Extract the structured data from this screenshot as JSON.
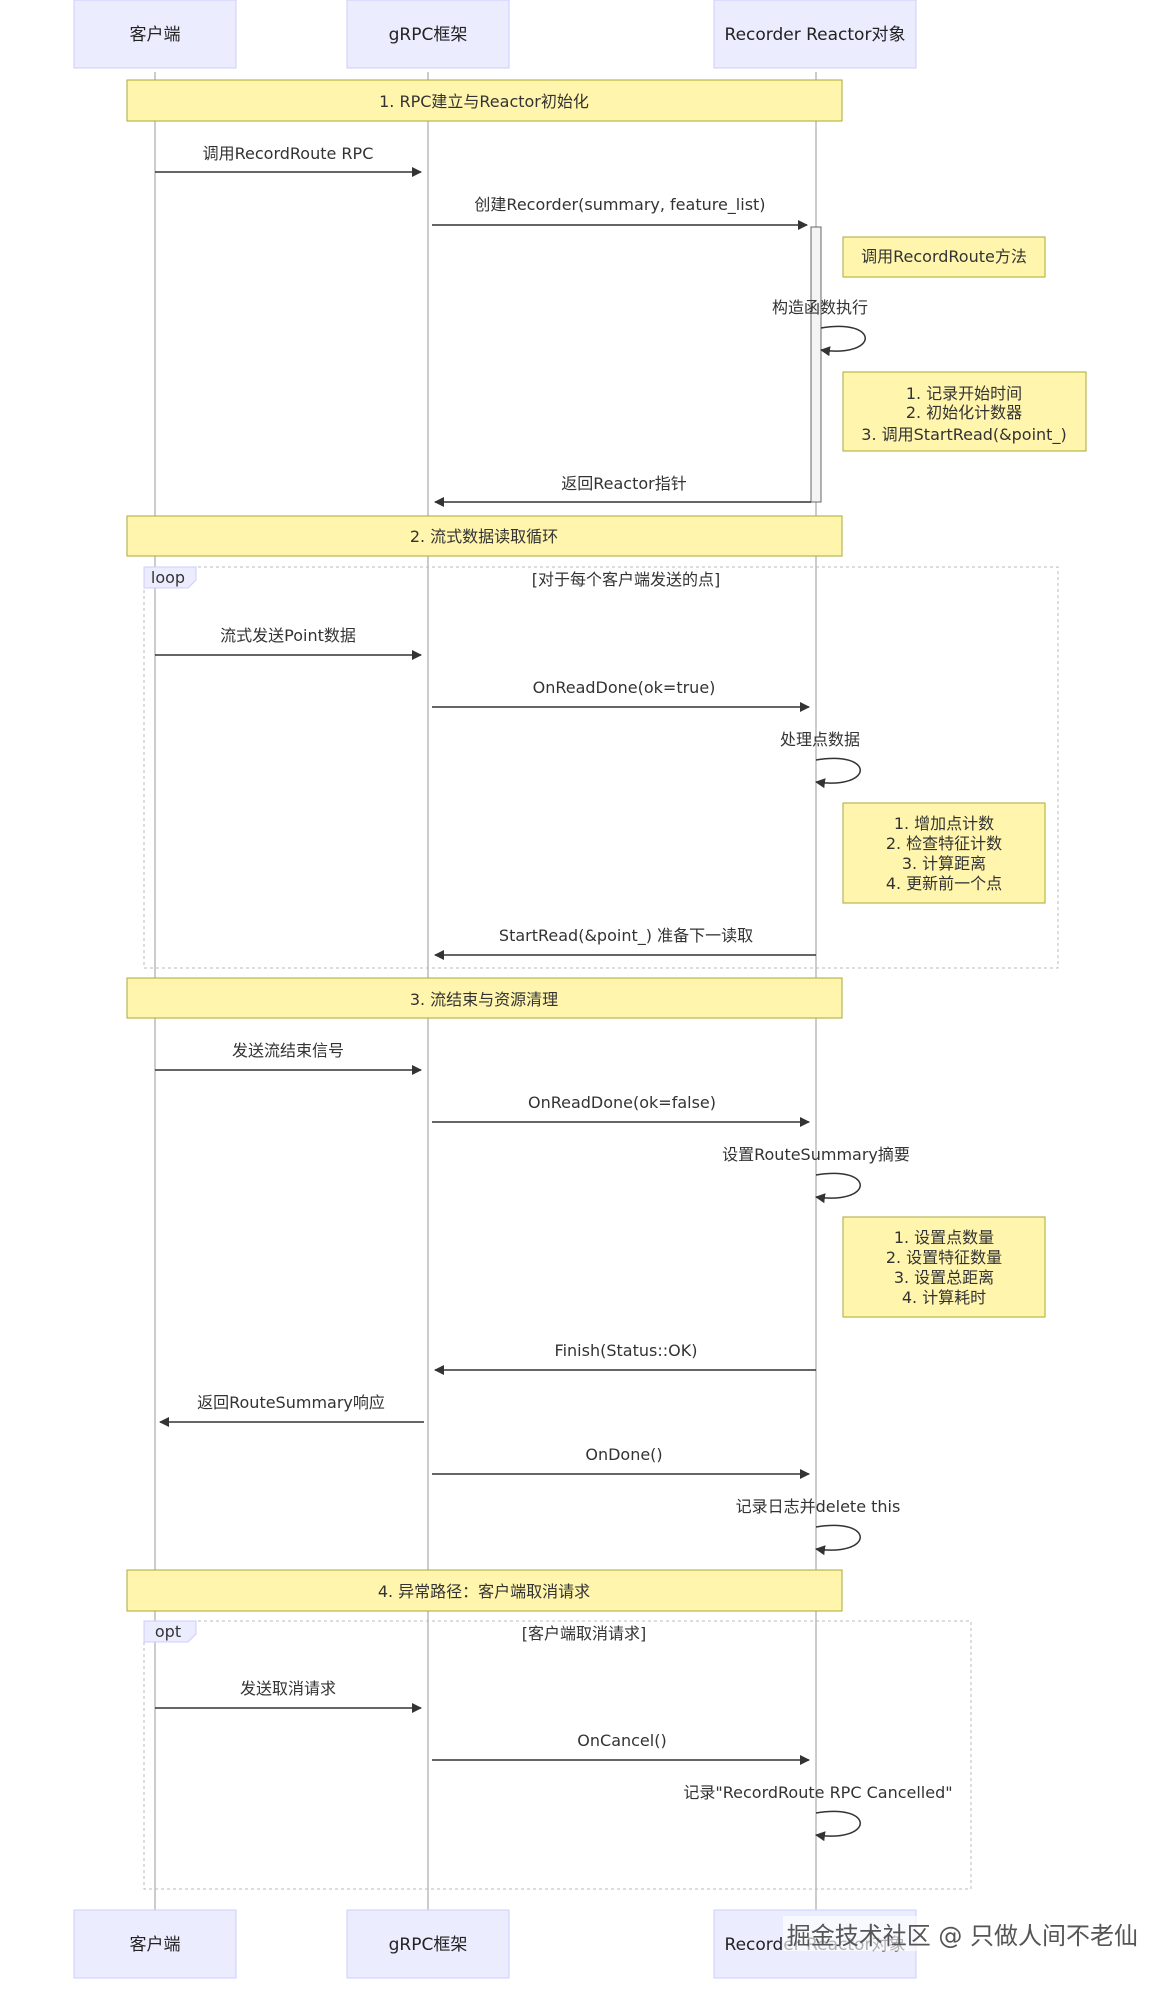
{
  "actors": [
    {
      "id": "client",
      "label": "客户端"
    },
    {
      "id": "grpc",
      "label": "gRPC框架"
    },
    {
      "id": "reactor",
      "label": "Recorder Reactor对象"
    }
  ],
  "watermark": "掘金技术社区 @ 只做人间不老仙",
  "sections": [
    "1. RPC建立与Reactor初始化",
    "2. 流式数据读取循环",
    "3. 流结束与资源清理",
    "4. 异常路径：客户端取消请求"
  ],
  "messages": {
    "m1": "调用RecordRoute RPC",
    "m2": "创建Recorder(summary, feature_list)",
    "m3": "构造函数执行",
    "m4": "返回Reactor指针",
    "m5": "流式发送Point数据",
    "m6": "OnReadDone(ok=true)",
    "m7": "处理点数据",
    "m8": "StartRead(&point_) 准备下一读取",
    "m9": "发送流结束信号",
    "m10": "OnReadDone(ok=false)",
    "m11": "设置RouteSummary摘要",
    "m12": "Finish(Status::OK)",
    "m13": "返回RouteSummary响应",
    "m14": "OnDone()",
    "m15": "记录日志并delete this",
    "m16": "发送取消请求",
    "m17": "OnCancel()",
    "m18": "记录\"RecordRoute RPC Cancelled\""
  },
  "notes": {
    "n1": [
      "调用RecordRoute方法"
    ],
    "n2": [
      "1. 记录开始时间",
      "2. 初始化计数器",
      "3. 调用StartRead(&point_)"
    ],
    "n3": [
      "1. 增加点计数",
      "2. 检查特征计数",
      "3. 计算距离",
      "4. 更新前一个点"
    ],
    "n4": [
      "1. 设置点数量",
      "2. 设置特征数量",
      "3. 设置总距离",
      "4. 计算耗时"
    ]
  },
  "loops": {
    "loop": {
      "keyword": "loop",
      "condition": "[对于每个客户端发送的点]"
    },
    "opt": {
      "keyword": "opt",
      "condition": "[客户端取消请求]"
    }
  },
  "colors": {
    "actor_fill": "#ECECFF",
    "actor_stroke": "#CCCCFF",
    "note_fill": "#FFF5AD",
    "note_stroke": "#AAAA33",
    "line": "#333333",
    "lifeline": "#999999"
  }
}
